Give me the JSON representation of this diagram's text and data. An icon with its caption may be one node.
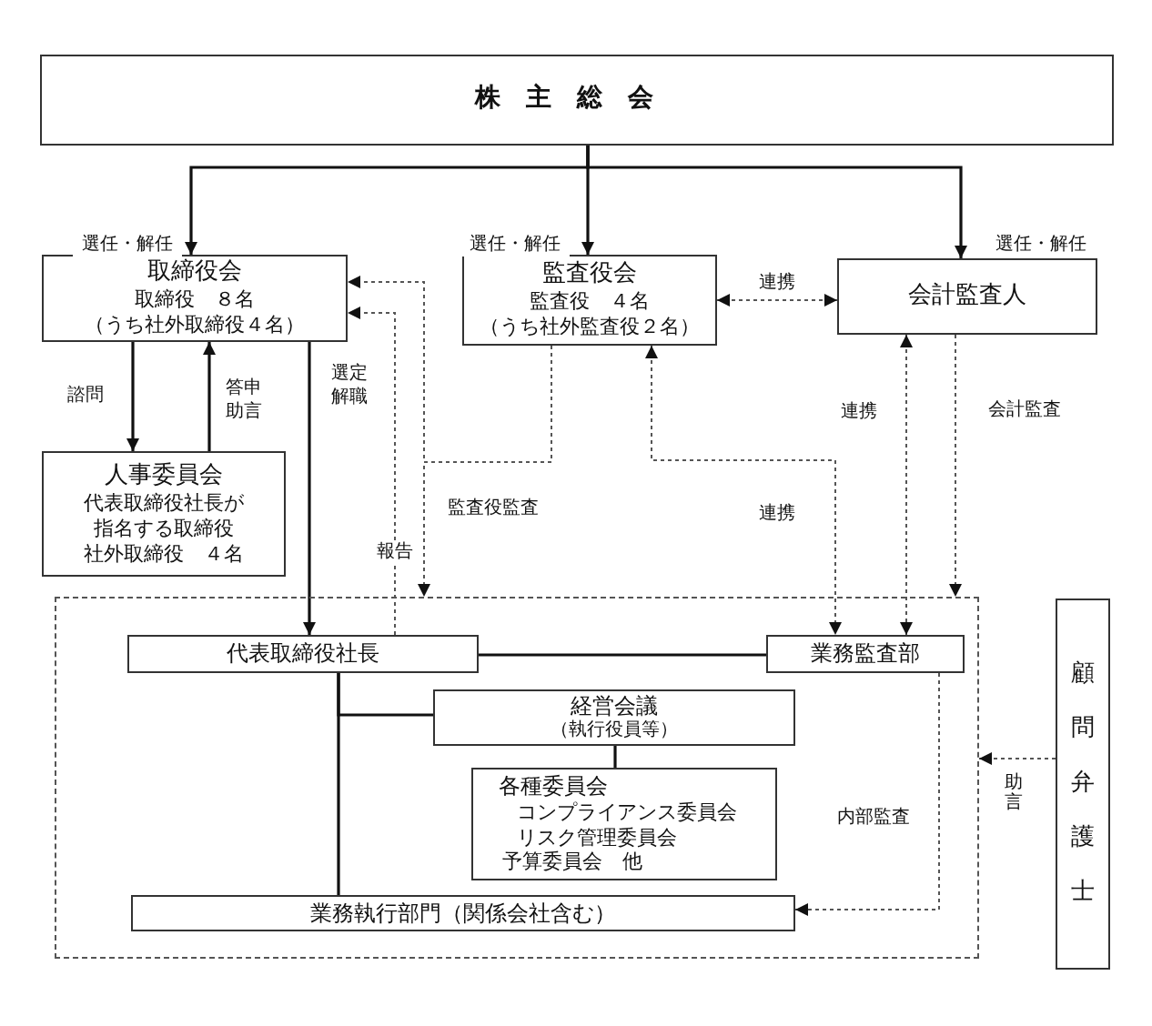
{
  "diagram": {
    "nodes": [
      {
        "text": [
          "株主総会"
        ]
      },
      {
        "text": [
          "取締役会",
          "取締役　８名",
          "（うち社外取締役４名）"
        ]
      },
      {
        "text": [
          "監査役会",
          "監査役　４名",
          "（うち社外監査役２名）"
        ]
      },
      {
        "text": [
          "会計監査人"
        ]
      },
      {
        "text": [
          "人事委員会",
          "代表取締役社長が",
          "指名する取締役",
          "社外取締役　４名"
        ]
      },
      {
        "text": [],
        "shape": "box"
      },
      {
        "text": [
          "代表取締役社長"
        ],
        "in": 5
      },
      {
        "text": [
          "業務監査部"
        ],
        "in": 5
      },
      {
        "text": [
          "経営会議",
          "（執行役員等）"
        ],
        "in": 5
      },
      {
        "text": [
          "各種委員会",
          "コンプライアンス委員会",
          "リスク管理委員会",
          "予算委員会　他"
        ],
        "in": 5
      },
      {
        "text": [
          "業務執行部門（関係会社含む）"
        ],
        "in": 5
      },
      {
        "text": [
          "顧問弁護士"
        ]
      }
    ],
    "edges": [
      {
        "from": 0,
        "to": 1,
        "arrow": "to",
        "label": "選任・解任"
      },
      {
        "from": 0,
        "to": 2,
        "arrow": "to",
        "label": "選任・解任"
      },
      {
        "from": 0,
        "to": 3,
        "arrow": "to",
        "label": "選任・解任"
      },
      {
        "from": 1,
        "to": 4,
        "arrow": "to",
        "label": "諮問"
      },
      {
        "from": 4,
        "to": 1,
        "arrow": "to",
        "label": "答申助言"
      },
      {
        "from": 1,
        "to": 6,
        "arrow": "to",
        "label": "選定解職"
      },
      {
        "from": 2,
        "to": 3,
        "arrow": "both",
        "label": "連携",
        "style": "dashed"
      },
      {
        "from": 6,
        "to": 1,
        "arrow": "to",
        "label": "報告",
        "style": "dashed"
      },
      {
        "from": 2,
        "to": 1,
        "arrow": "to",
        "style": "dashed"
      },
      {
        "from": 2,
        "to": 5,
        "arrow": "to",
        "label": "監査役監査",
        "style": "dashed"
      },
      {
        "from": 2,
        "to": 7,
        "arrow": "both",
        "label": "連携",
        "style": "dashed"
      },
      {
        "from": 3,
        "to": 7,
        "arrow": "both",
        "label": "連携",
        "style": "dashed"
      },
      {
        "from": 3,
        "to": 5,
        "arrow": "to",
        "label": "会計監査",
        "style": "dashed"
      },
      {
        "from": 11,
        "to": 5,
        "arrow": "to",
        "label": "助言",
        "style": "dashed"
      },
      {
        "from": 7,
        "to": 10,
        "arrow": "to",
        "label": "内部監査",
        "style": "dashed"
      },
      {
        "from": 6,
        "to": 7,
        "arrow": "none"
      },
      {
        "from": 6,
        "to": 8,
        "arrow": "none"
      },
      {
        "from": 6,
        "to": 10,
        "arrow": "none"
      },
      {
        "from": 8,
        "to": 9,
        "arrow": "none"
      }
    ]
  }
}
